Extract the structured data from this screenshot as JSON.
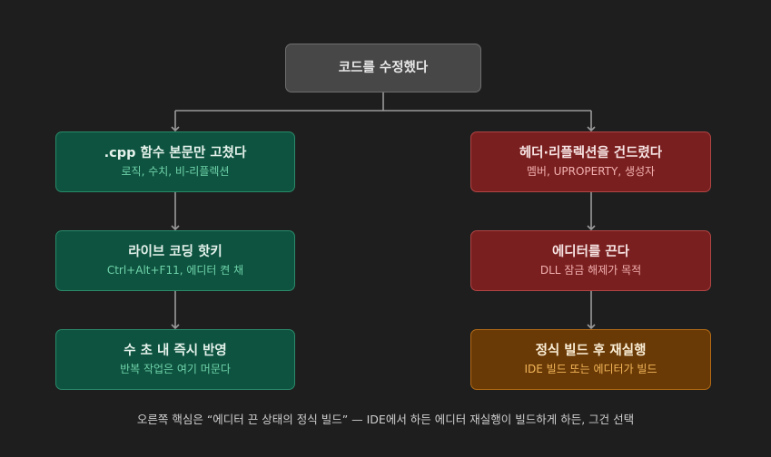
{
  "diagram": {
    "root": {
      "title": "코드를 수정했다"
    },
    "left": [
      {
        "title": ".cpp 함수 본문만 고쳤다",
        "sub": "로직, 수치, 비-리플렉션"
      },
      {
        "title": "라이브 코딩 핫키",
        "sub": "Ctrl+Alt+F11, 에디터 켠 채"
      },
      {
        "title": "수 초 내 즉시 반영",
        "sub": "반복 작업은 여기 머문다"
      }
    ],
    "right": [
      {
        "title": "헤더·리플렉션을 건드렸다",
        "sub": "멤버, UPROPERTY, 생성자"
      },
      {
        "title": "에디터를 끈다",
        "sub": "DLL 잠금 해제가 목적"
      },
      {
        "title": "정식 빌드 후 재실행",
        "sub": "IDE 빌드 또는 에디터가 빌드"
      }
    ],
    "footnote": "오른쪽 핵심은 “에디터 끈 상태의 정식 빌드” — IDE에서 하든 에디터 재실행이 빌드하게 하든, 그건 선택"
  },
  "colors": {
    "background": "#1e1e1e",
    "root": "#474747",
    "green": "#0e5340",
    "red": "#7a1f1f",
    "amber": "#6a3a06",
    "connector": "#9a9a9a"
  }
}
